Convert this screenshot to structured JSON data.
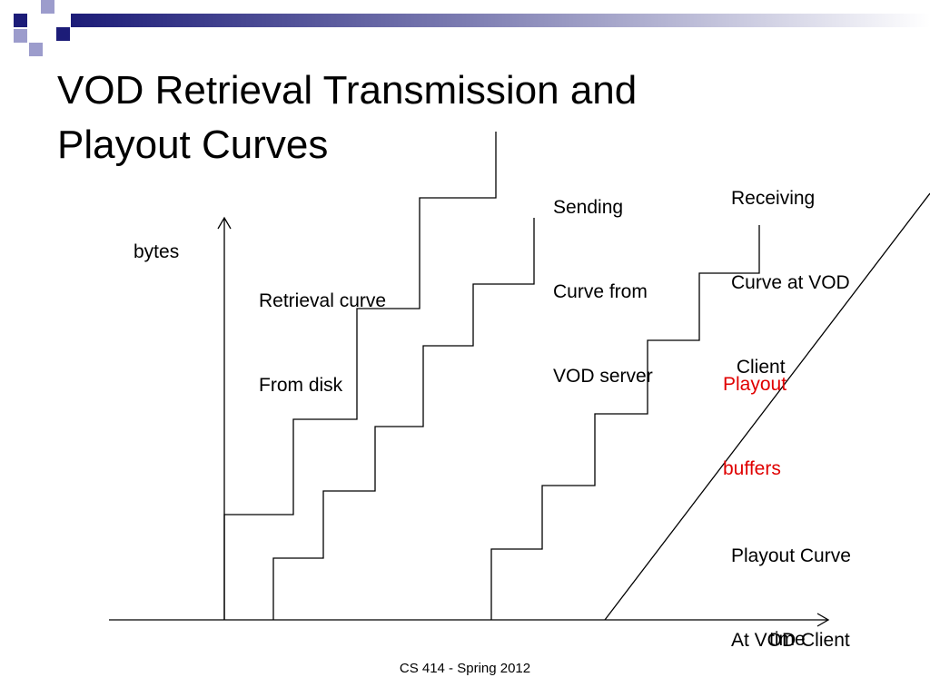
{
  "theme": {
    "accent": "#1c1c78",
    "lavender": "#9c9ccc",
    "highlight": "#e00000"
  },
  "title": {
    "line1": "VOD Retrieval Transmission and",
    "line2": "Playout Curves"
  },
  "diagram": {
    "y_axis_label": "bytes",
    "x_axis_label": "time",
    "retrieval_label": [
      "Retrieval curve",
      "From disk"
    ],
    "sending_label": [
      "Sending",
      "Curve from",
      "VOD server"
    ],
    "receiving_label": [
      "Receiving",
      "Curve at VOD",
      " Client"
    ],
    "buffers_label": [
      "Playout",
      "buffers"
    ],
    "playout_label": [
      "Playout Curve",
      "At VOD Client"
    ]
  },
  "footer": "CS 414 - Spring 2012"
}
